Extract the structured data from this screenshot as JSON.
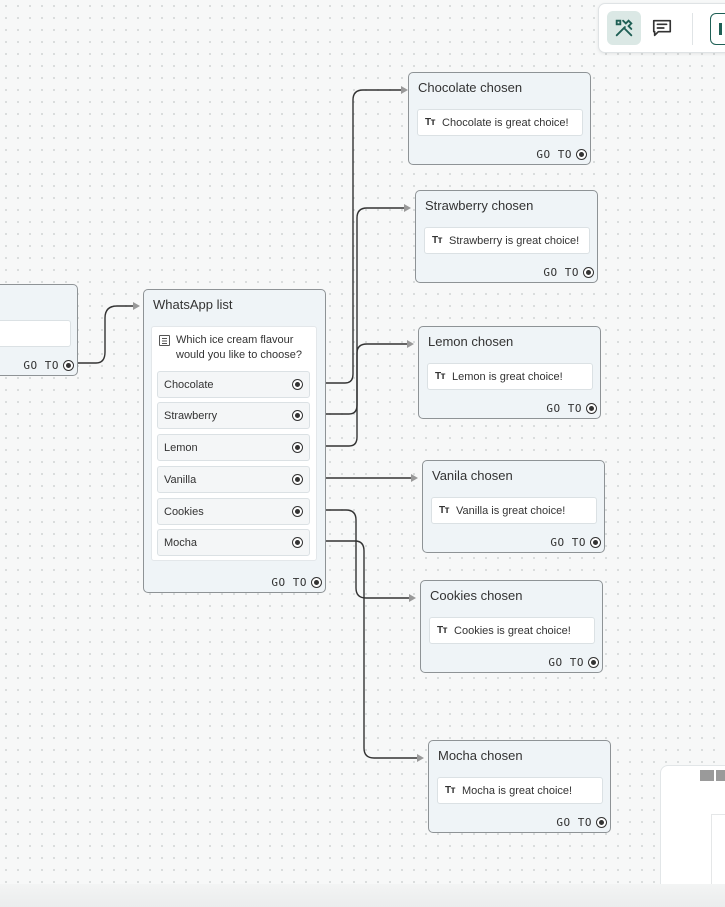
{
  "canvas": {
    "partial_node": {
      "goto_label": "GO TO"
    },
    "list_node": {
      "title": "WhatsApp list",
      "question": "Which ice cream flavour would you like to choose?",
      "options": [
        "Chocolate",
        "Strawberry",
        "Lemon",
        "Vanilla",
        "Cookies",
        "Mocha"
      ],
      "goto_label": "GO TO"
    },
    "message_nodes": [
      {
        "title": "Chocolate chosen",
        "text": "Chocolate is great choice!",
        "goto_label": "GO TO"
      },
      {
        "title": "Strawberry chosen",
        "text": "Strawberry is great choice!",
        "goto_label": "GO TO"
      },
      {
        "title": "Lemon chosen",
        "text": "Lemon is great choice!",
        "goto_label": "GO TO"
      },
      {
        "title": "Vanila chosen",
        "text": "Vanilla is great choice!",
        "goto_label": "GO TO"
      },
      {
        "title": "Cookies chosen",
        "text": "Cookies is great choice!",
        "goto_label": "GO TO"
      },
      {
        "title": "Mocha chosen",
        "text": "Mocha is great choice!",
        "goto_label": "GO TO"
      }
    ],
    "text_icon": "Tт"
  },
  "toolbar": {
    "tools_icon": "tools-icon",
    "comment_icon": "comment-icon"
  },
  "colors": {
    "accent": "#1f5f55",
    "active_tool_bg": "#dbe8e5",
    "node_bg": "#eff4f7",
    "node_border": "#8e9396",
    "edge": "#333333"
  }
}
